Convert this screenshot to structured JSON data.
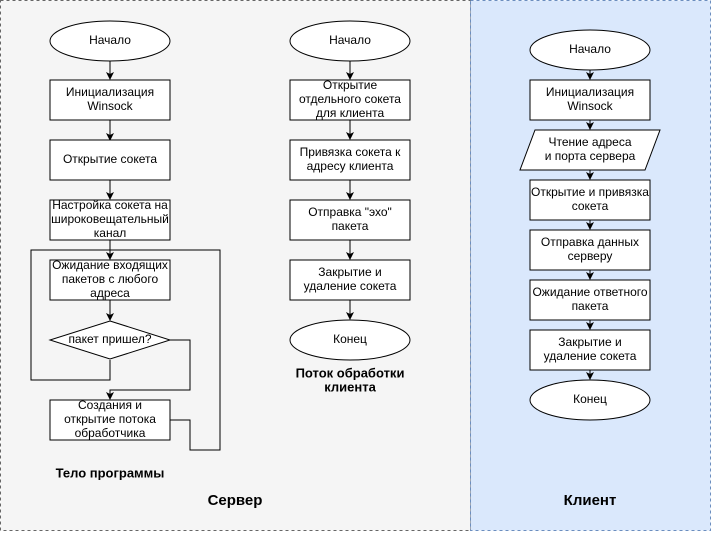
{
  "server": {
    "panel_label": "Сервер",
    "main": {
      "caption": "Тело программы",
      "start": "Начало",
      "init": [
        "Инициализация",
        "Winsock"
      ],
      "open_socket": [
        "Открытие сокета"
      ],
      "setup_broadcast": [
        "Настройка сокета на",
        "широковещательный",
        "канал"
      ],
      "wait_packets": [
        "Ожидание входящих",
        "пакетов с любого",
        "адреса"
      ],
      "packet_arrived": [
        "пакет пришел?"
      ],
      "create_thread": [
        "Создания и",
        "открытие потока",
        "обработчика"
      ]
    },
    "handler": {
      "caption": [
        "Поток обработки",
        "клиента"
      ],
      "start": "Начало",
      "open_client_socket": [
        "Открытие",
        "отдельного сокета",
        "для клиента"
      ],
      "bind_client": [
        "Привязка сокета к",
        "адресу клиента"
      ],
      "send_echo": [
        "Отправка \"эхо\"",
        "пакета"
      ],
      "close_delete": [
        "Закрытие и",
        "удаление сокета"
      ],
      "end": "Конец"
    }
  },
  "client": {
    "panel_label": "Клиент",
    "start": "Начало",
    "init": [
      "Инициализация",
      "Winsock"
    ],
    "read_address": [
      "Чтение адреса",
      "и порта сервера"
    ],
    "open_bind": [
      "Открытие и привязка",
      "сокета"
    ],
    "send_data": [
      "Отправка данных",
      "серверу"
    ],
    "wait_reply": [
      "Ожидание ответного",
      "пакета"
    ],
    "close_delete": [
      "Закрытие и",
      "удаление сокета"
    ],
    "end": "Конец"
  },
  "colors": {
    "server_bg": "#f5f5f5",
    "client_bg": "#dae8fc",
    "client_border": "#6c8ebf",
    "server_border": "#666666",
    "stroke": "#000000"
  }
}
